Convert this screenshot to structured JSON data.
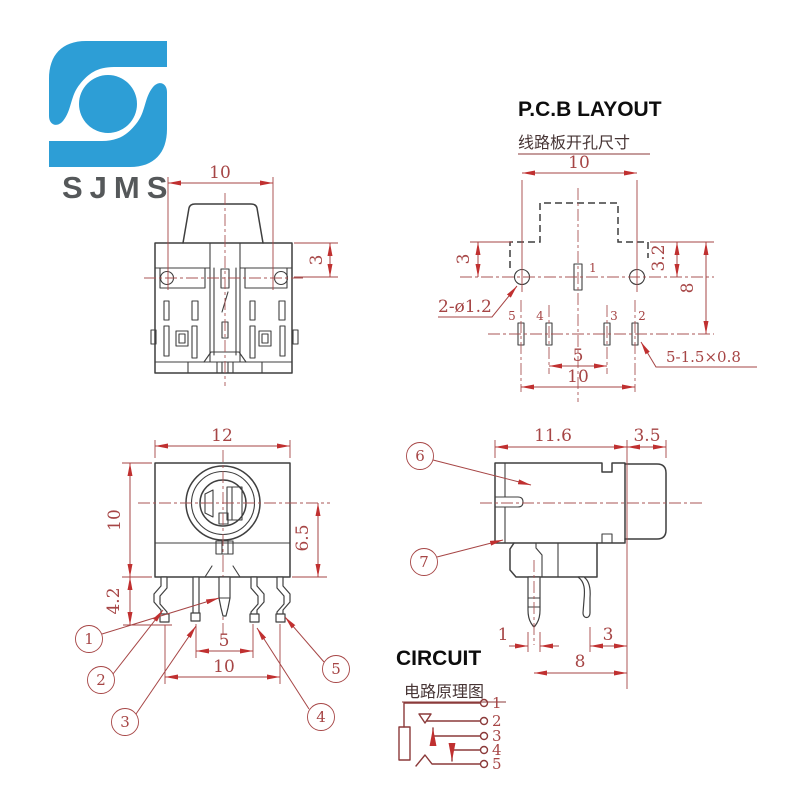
{
  "brand": {
    "name": "SJMS"
  },
  "pcb_layout": {
    "title": "P.C.B LAYOUT",
    "subtitle": "线路板开孔尺寸",
    "dim_hole_span": "10",
    "dim_hole_offset_left": "3",
    "dim_hole_offset_right": "3.2",
    "dim_row_span": "8",
    "dim_pad_pitch": "5",
    "dim_pad_span": "10",
    "hole_note": "2-ø1.2",
    "pad_note": "5-1.5×0.8",
    "slot_label": "1",
    "pad_labels": [
      "5",
      "4",
      "3",
      "2"
    ]
  },
  "top_view": {
    "dim_width": "10",
    "dim_hole_offset": "3"
  },
  "front_view": {
    "dim_width": "12",
    "dim_height": "10",
    "dim_axis_to_bottom": "6.5",
    "dim_pin_length": "4.2",
    "dim_pin_pitch": "5",
    "dim_pin_span": "10",
    "callouts": [
      "1",
      "2",
      "3",
      "4",
      "5"
    ]
  },
  "side_view": {
    "dim_body_depth": "11.6",
    "dim_barrel_depth": "3.5",
    "dim_pin_width": "1",
    "dim_pin_offset": "3",
    "dim_pin_span": "8",
    "callouts": [
      "6",
      "7"
    ]
  },
  "circuit": {
    "title": "CIRCUIT",
    "subtitle": "电路原理图",
    "terminal_labels": [
      "1",
      "2",
      "3",
      "4",
      "5"
    ]
  },
  "colors": {
    "dimension_red": "#a64545",
    "arrow_red": "#c03030",
    "outline_gray": "#3f3f3f",
    "logo_blue": "#2d9ed6",
    "brand_gray": "#55585a"
  }
}
